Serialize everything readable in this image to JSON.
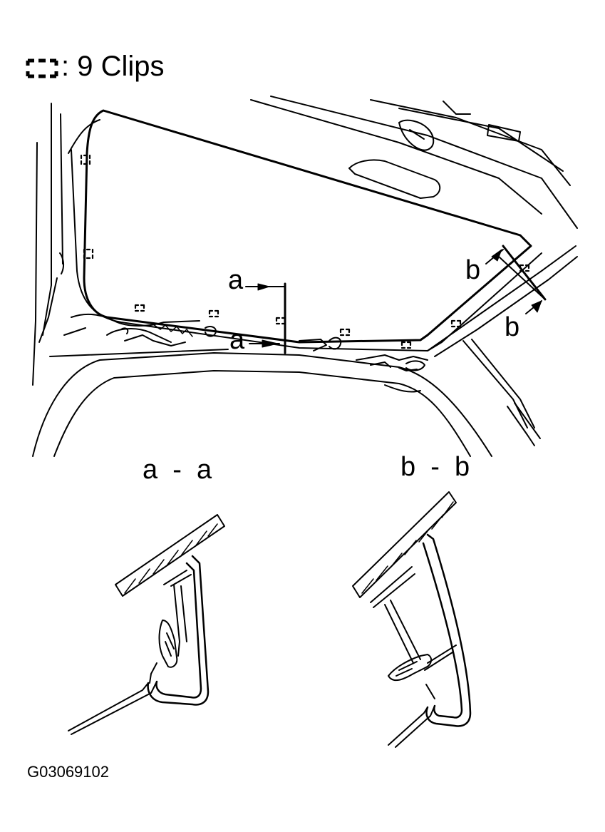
{
  "legend": {
    "symbol_icon": "dashed-clip-symbol-icon",
    "text": ": 9 Clips"
  },
  "labels": {
    "a": "a",
    "b": "b"
  },
  "sections": {
    "aa_title": "a  -  a",
    "bb_title": "b  -  b"
  },
  "figure_code": "G03069102",
  "colors": {
    "ink": "#000000",
    "paper": "#ffffff"
  }
}
